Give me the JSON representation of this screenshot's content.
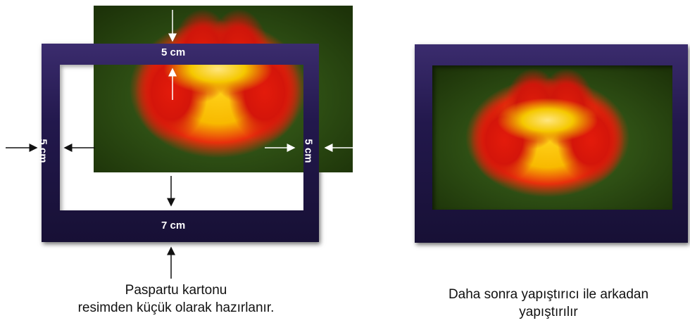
{
  "left_figure": {
    "top_margin_label": "5 cm",
    "left_margin_label": "5 cm",
    "right_margin_label": "5 cm",
    "bottom_margin_label": "7 cm"
  },
  "captions": {
    "left_line1": "Paspartu kartonu",
    "left_line2": "resimden küçük olarak hazırlanır.",
    "right_line1": "Daha sonra yapıştırıcı ile arkadan",
    "right_line2": "yapıştırılır"
  }
}
